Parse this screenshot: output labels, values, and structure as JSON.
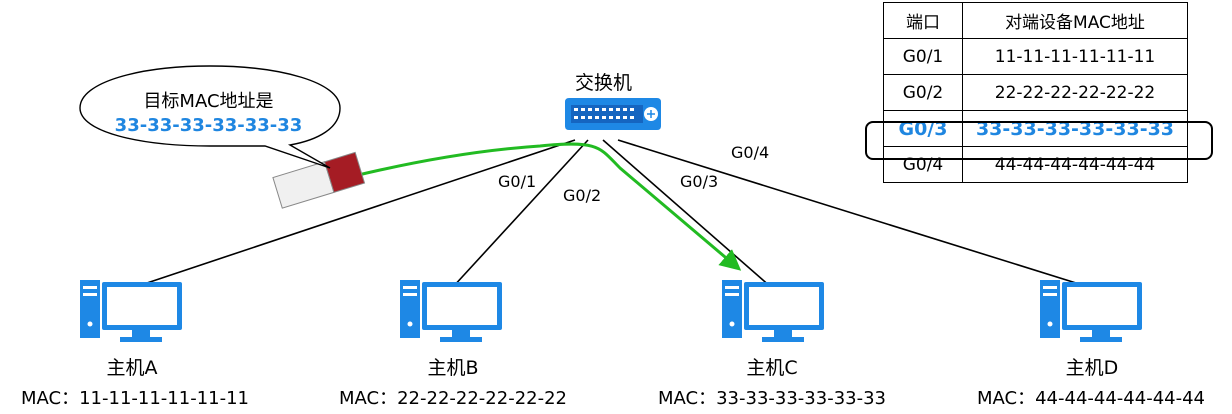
{
  "switch": {
    "label": "交换机"
  },
  "bubble": {
    "line1": "目标MAC地址是",
    "line2": "33-33-33-33-33-33"
  },
  "ports": {
    "g01": "G0/1",
    "g02": "G0/2",
    "g03": "G0/3",
    "g04": "G0/4"
  },
  "hosts": [
    {
      "name": "主机A",
      "mac": "MAC：11-11-11-11-11-11"
    },
    {
      "name": "主机B",
      "mac": "MAC：22-22-22-22-22-22"
    },
    {
      "name": "主机C",
      "mac": "MAC：33-33-33-33-33-33"
    },
    {
      "name": "主机D",
      "mac": "MAC：44-44-44-44-44-44"
    }
  ],
  "table": {
    "headers": [
      "端口",
      "对端设备MAC地址"
    ],
    "rows": [
      [
        "G0/1",
        "11-11-11-11-11-11"
      ],
      [
        "G0/2",
        "22-22-22-22-22-22"
      ],
      [
        "G0/3",
        "33-33-33-33-33-33"
      ],
      [
        "G0/4",
        "44-44-44-44-44-44"
      ]
    ],
    "highlighted_row": 2
  },
  "colors": {
    "accent_blue": "#1f86e0",
    "frame_path_green": "#22bb22",
    "frame_header_red": "#a51c24",
    "computer_blue": "#1e88e5"
  },
  "icons": [
    "switch-icon",
    "computer-icon",
    "frame-icon",
    "speech-bubble"
  ]
}
